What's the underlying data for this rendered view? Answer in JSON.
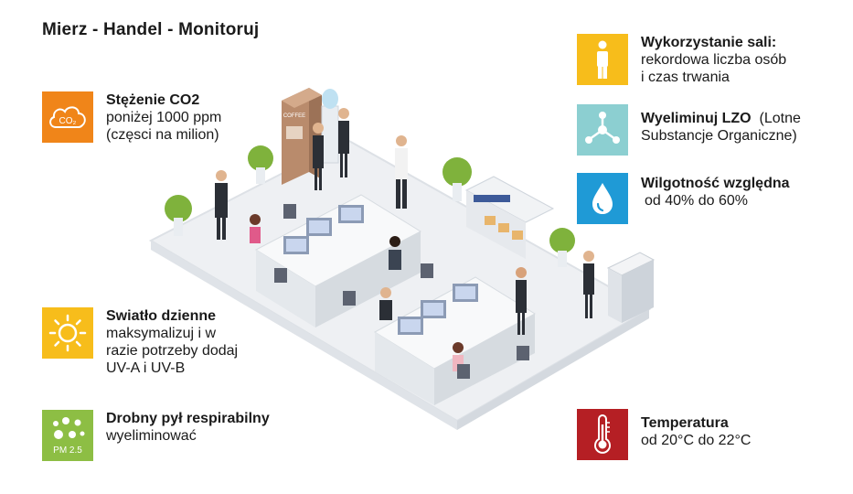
{
  "title": "Mierz - Handel - Monitoruj",
  "colors": {
    "co2": "#f08519",
    "daylight": "#f7bd1b",
    "pm": "#8dbe44",
    "room_usage": "#f7bd1b",
    "voc": "#8ccfd1",
    "humidity": "#1f9ad6",
    "temperature": "#b51f24"
  },
  "left_items": [
    {
      "icon": "co2-cloud-icon",
      "icon_text": "CO₂",
      "heading": "Stężenie CO2",
      "body": "poniżej 1000 ppm\n(częsci na milion)"
    },
    {
      "icon": "sun-icon",
      "heading": "Swiatło dzienne",
      "body": "maksymalizuj  i w\nrazie potrzeby dodaj\nUV-A i UV-B"
    },
    {
      "icon": "pm-particles-icon",
      "icon_text": "PM 2.5",
      "heading": "Drobny pył respirabilny",
      "body": "wyeliminować"
    }
  ],
  "right_items": [
    {
      "icon": "person-icon",
      "heading": "Wykorzystanie sali:",
      "body": "rekordowa liczba osób\ni czas trwania"
    },
    {
      "icon": "molecule-icon",
      "heading": "Wyeliminuj LZO",
      "heading_suffix": "(Lotne",
      "body": "Substancje Organiczne)"
    },
    {
      "icon": "water-drop-icon",
      "heading": "Wilgotność względna",
      "body": "od 40% do 60%"
    },
    {
      "icon": "thermometer-icon",
      "heading": "Temperatura",
      "body": "od 20°C do 22°C"
    }
  ],
  "illustration": {
    "coffee_label": "COFFEE"
  }
}
